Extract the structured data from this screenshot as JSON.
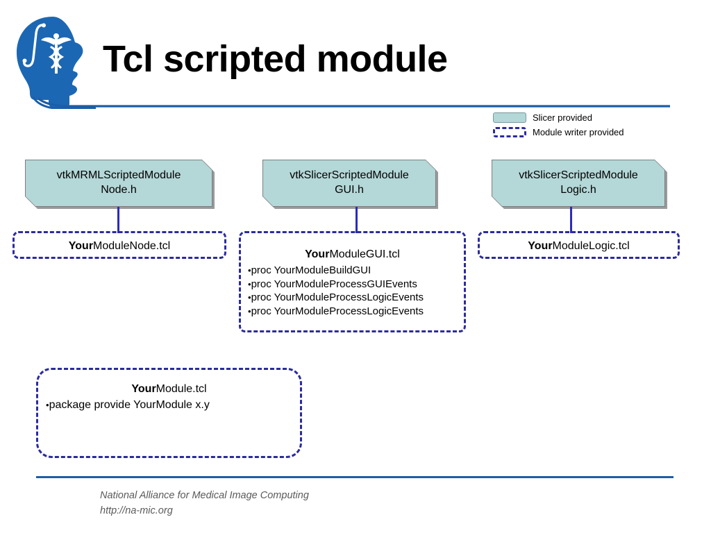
{
  "slide": {
    "title": "Tcl scripted module",
    "logo_icon": "na-mic-head-caduceus-logo",
    "accent_blue": "#1b5ea6",
    "slicer_fill": "#b4d7d7",
    "module_writer_stroke": "#2b2b9e",
    "connector_color": "#2b2bbe"
  },
  "legend": {
    "items": [
      {
        "swatch": "solid-teal-swatch",
        "label": "Slicer provided"
      },
      {
        "swatch": "dashed-navy-swatch",
        "label": "Module writer provided"
      }
    ]
  },
  "columns": [
    {
      "header_line1": "vtkMRMLScriptedModule",
      "header_line2": "Node.h",
      "file_bold": "Your",
      "file_rest": "ModuleNode.tcl",
      "bullets": []
    },
    {
      "header_line1": "vtkSlicerScriptedModule",
      "header_line2": "GUI.h",
      "file_bold": "Your",
      "file_rest": "ModuleGUI.tcl",
      "bullets": [
        "proc YourModuleBuildGUI",
        "proc YourModuleProcessGUIEvents",
        "proc YourModuleProcessLogicEvents",
        "proc YourModuleProcessLogicEvents"
      ]
    },
    {
      "header_line1": "vtkSlicerScriptedModule",
      "header_line2": "Logic.h",
      "file_bold": "Your",
      "file_rest": "ModuleLogic.tcl",
      "bullets": []
    }
  ],
  "bottom_box": {
    "file_bold": "Your",
    "file_rest": "Module.tcl",
    "bullets": [
      "package provide YourModule x.y"
    ]
  },
  "footer": {
    "line1": "National Alliance for Medical Image Computing",
    "line2": "http://na-mic.org"
  }
}
